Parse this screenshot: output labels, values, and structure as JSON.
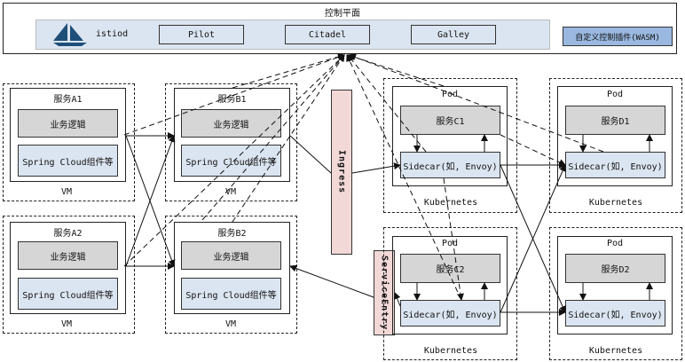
{
  "control_plane": {
    "title": "控制平面",
    "istiod": "istiod",
    "pilot": "Pilot",
    "citadel": "Citadel",
    "galley": "Galley",
    "plugin": "自定义控制插件(WASM)"
  },
  "vms": {
    "a1": {
      "title": "服务A1",
      "logic": "业务逻辑",
      "component": "Spring Cloud组件等",
      "footer": "VM"
    },
    "b1": {
      "title": "服务B1",
      "logic": "业务逻辑",
      "component": "Spring Cloud组件等",
      "footer": "VM"
    },
    "a2": {
      "title": "服务A2",
      "logic": "业务逻辑",
      "component": "Spring Cloud组件等",
      "footer": "VM"
    },
    "b2": {
      "title": "服务B2",
      "logic": "业务逻辑",
      "component": "Spring Cloud组件等",
      "footer": "VM"
    }
  },
  "ingress": "Ingress",
  "service_entry": "ServiceEntry",
  "k8s": {
    "c1": {
      "pod": "Pod",
      "service": "服务C1",
      "sidecar": "Sidecar(如, Envoy)",
      "footer": "Kubernetes"
    },
    "d1": {
      "pod": "Pod",
      "service": "服务D1",
      "sidecar": "Sidecar(如, Envoy)",
      "footer": "Kubernetes"
    },
    "c2": {
      "pod": "Pod",
      "service": "服务C2",
      "sidecar": "Sidecar(如, Envoy)",
      "footer": "Kubernetes"
    },
    "d2": {
      "pod": "Pod",
      "service": "服务D2",
      "sidecar": "Sidecar(如, Envoy)",
      "footer": "Kubernetes"
    }
  },
  "colors": {
    "gray": "#d6d6d6",
    "blue": "#dbe5f1",
    "pink": "#f2d9d7",
    "sail": "#1f4e79"
  }
}
